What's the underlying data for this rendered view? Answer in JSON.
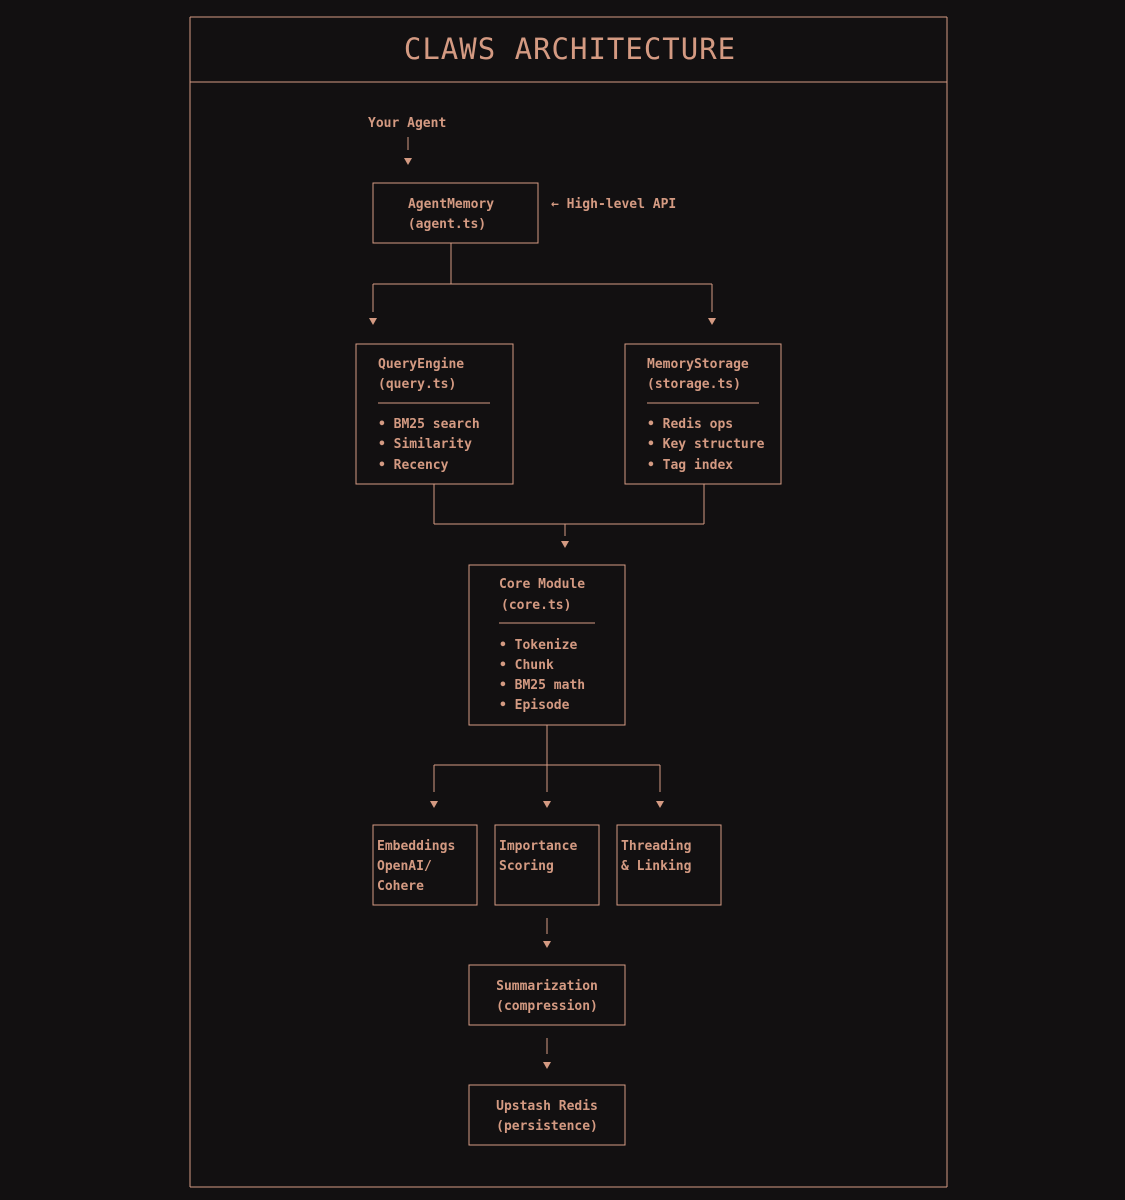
{
  "title": "CLAWS ARCHITECTURE",
  "colors": {
    "background": "#121011",
    "ink": "#d49a82"
  },
  "nodes": {
    "your_agent": {
      "label": "Your Agent"
    },
    "agent_memory": {
      "name": "AgentMemory",
      "file": "(agent.ts)",
      "note": "← High-level API"
    },
    "query_engine": {
      "name": "QueryEngine",
      "file": "(query.ts)",
      "items": [
        "• BM25 search",
        "• Similarity",
        "• Recency"
      ]
    },
    "memory_storage": {
      "name": "MemoryStorage",
      "file": "(storage.ts)",
      "items": [
        "• Redis ops",
        "• Key structure",
        "• Tag index"
      ]
    },
    "core_module": {
      "name": "Core Module",
      "file": "(core.ts)",
      "items": [
        "• Tokenize",
        "• Chunk",
        "• BM25 math",
        "• Episode"
      ]
    },
    "embeddings": {
      "lines": [
        "Embeddings",
        "OpenAI/",
        "Cohere"
      ]
    },
    "importance": {
      "lines": [
        "Importance",
        "Scoring"
      ]
    },
    "threading": {
      "lines": [
        "Threading",
        "& Linking"
      ]
    },
    "summarization": {
      "name": "Summarization",
      "sub": "(compression)"
    },
    "upstash": {
      "name": "Upstash Redis",
      "sub": "(persistence)"
    }
  }
}
